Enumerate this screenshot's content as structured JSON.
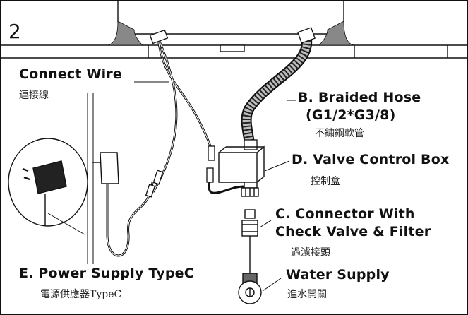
{
  "step_number": "2",
  "labels": {
    "connect_wire": {
      "en": "Connect Wire",
      "zh": "連接線"
    },
    "braided_hose": {
      "en_line1": "B. Braided Hose",
      "en_line2": "(G1/2*G3/8)",
      "zh": "不鏽鋼軟管"
    },
    "valve_box": {
      "en": "D. Valve Control Box",
      "zh": "控制盒"
    },
    "connector": {
      "en_line1": "C. Connector With",
      "en_line2": "Check Valve & Filter",
      "zh": "過濾接頭"
    },
    "water_supply": {
      "en": "Water Supply",
      "zh": "進水開關"
    },
    "power_supply": {
      "en": "E. Power Supply TypeC",
      "zh": "電源供應器TypeC"
    }
  }
}
